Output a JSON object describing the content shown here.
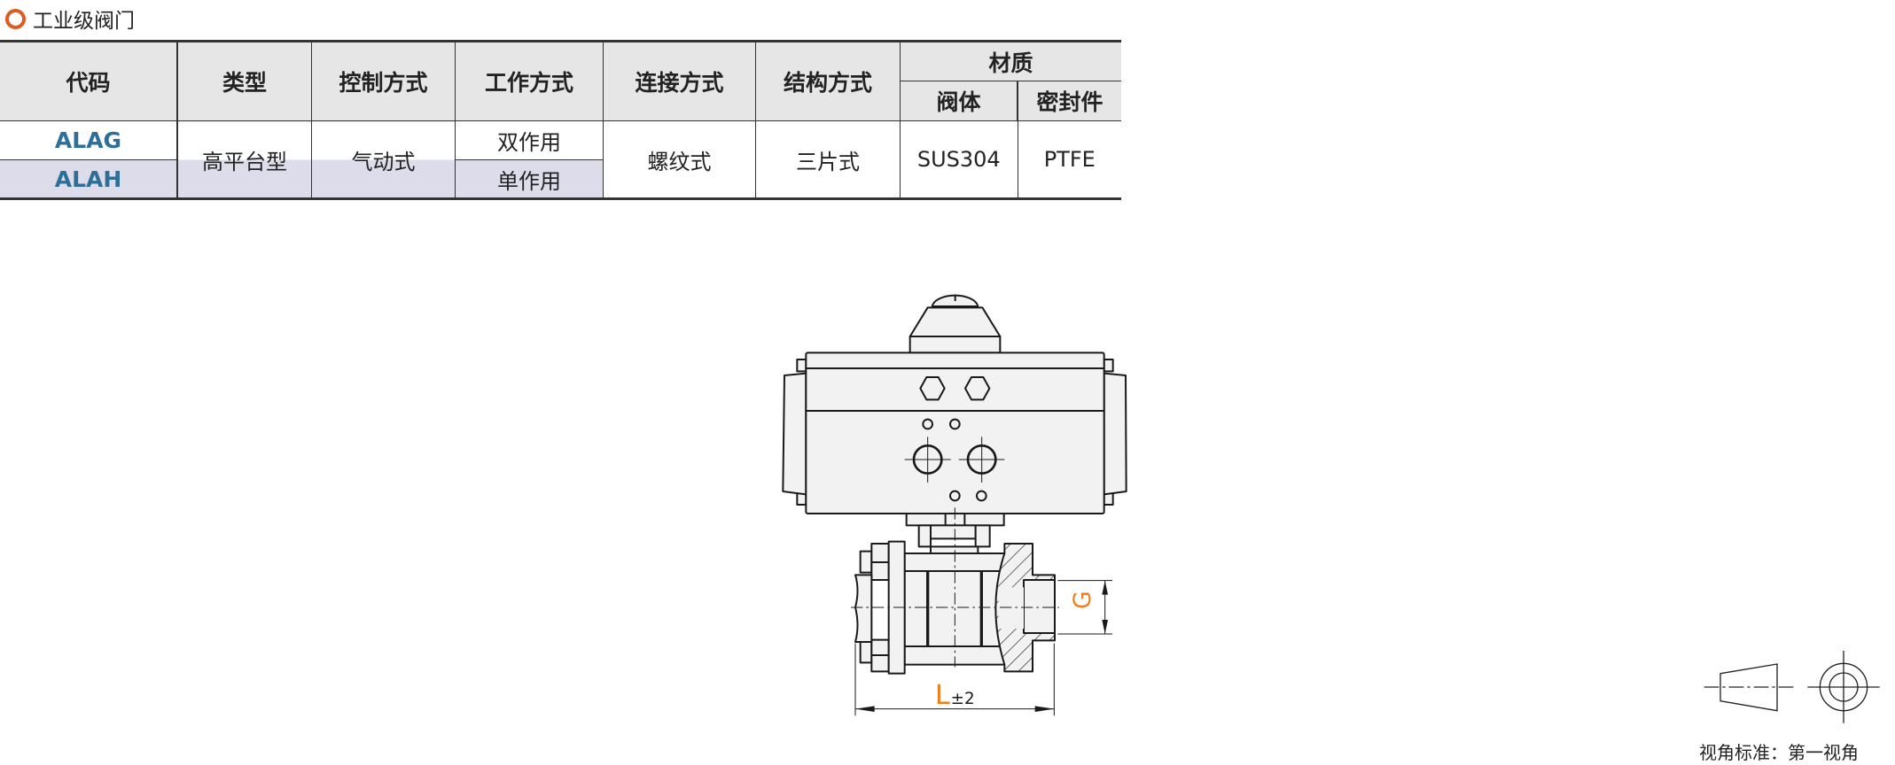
{
  "title": "工业级阀门",
  "table": {
    "headers": {
      "code": "代码",
      "type": "类型",
      "control": "控制方式",
      "work": "工作方式",
      "connection": "连接方式",
      "structure": "结构方式",
      "material": "材质",
      "body": "阀体",
      "seal": "密封件"
    },
    "rows": [
      {
        "code": "ALAG",
        "work": "双作用"
      },
      {
        "code": "ALAH",
        "work": "单作用"
      }
    ],
    "shared": {
      "type": "高平台型",
      "control": "气动式",
      "connection": "螺纹式",
      "structure": "三片式",
      "body": "SUS304",
      "seal": "PTFE"
    }
  },
  "drawing": {
    "dim_g": "G",
    "dim_l": "L",
    "dim_l_tol": "±2",
    "accent_color": "#f07d1a"
  },
  "projection": {
    "label": "视角标准：第一视角"
  }
}
